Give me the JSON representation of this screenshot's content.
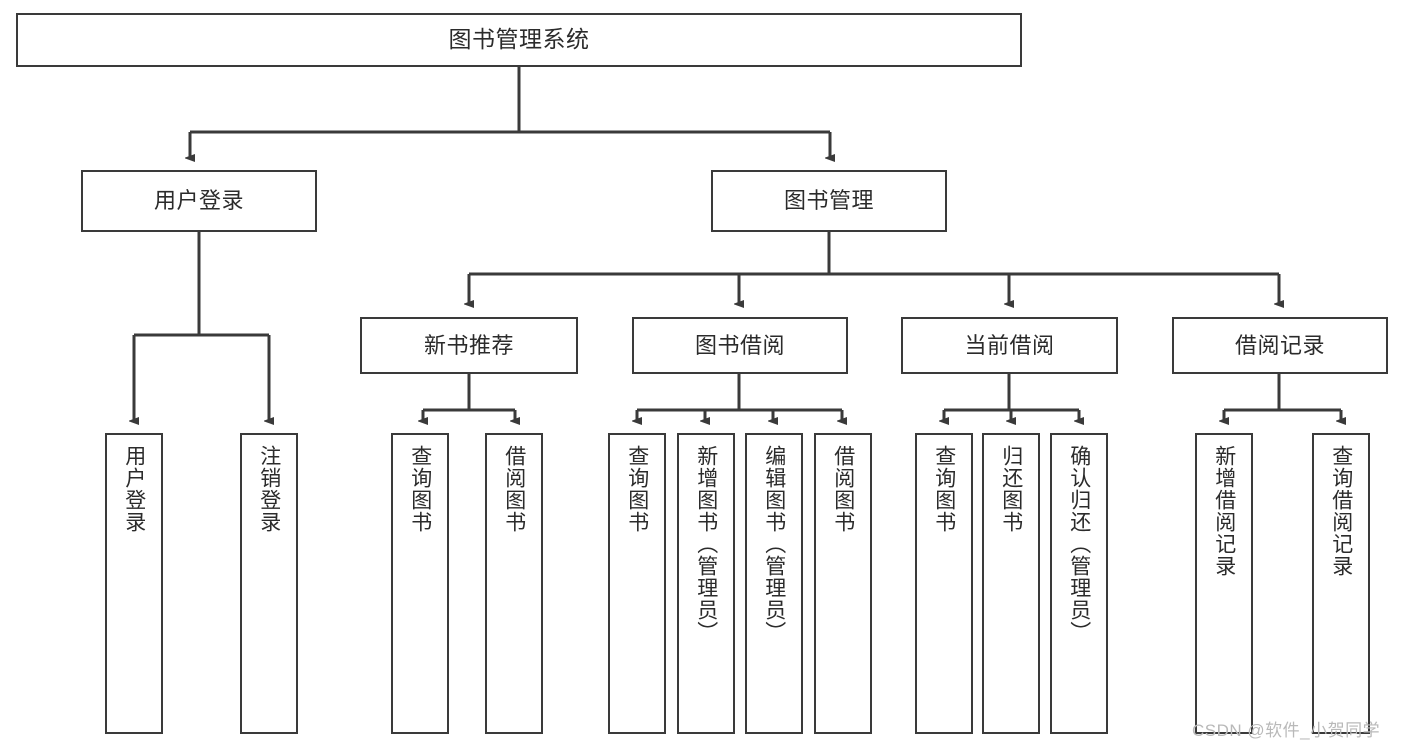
{
  "diagram": {
    "title": "图书管理系统",
    "watermark": "CSDN @软件_小贺同学",
    "colors": {
      "stroke": "#3a3a3a",
      "fill": "#ffffff",
      "text": "#2b2b2b",
      "watermark": "#b9b9b9"
    },
    "nodes": {
      "root": {
        "label": "图书管理系统"
      },
      "level1": [
        {
          "label": "用户登录"
        },
        {
          "label": "图书管理"
        }
      ],
      "level2": [
        {
          "label": "新书推荐"
        },
        {
          "label": "图书借阅"
        },
        {
          "label": "当前借阅"
        },
        {
          "label": "借阅记录"
        }
      ],
      "leaves": {
        "user_login": [
          {
            "label": "用户登录"
          },
          {
            "label": "注销登录"
          }
        ],
        "new_book_recommend": [
          {
            "label": "查询图书"
          },
          {
            "label": "借阅图书"
          }
        ],
        "book_borrow": [
          {
            "label": "查询图书"
          },
          {
            "label": "新增图书（管理员）"
          },
          {
            "label": "编辑图书（管理员）"
          },
          {
            "label": "借阅图书"
          }
        ],
        "current_borrow": [
          {
            "label": "查询图书"
          },
          {
            "label": "归还图书"
          },
          {
            "label": "确认归还（管理员）"
          }
        ],
        "borrow_record": [
          {
            "label": "新增借阅记录"
          },
          {
            "label": "查询借阅记录"
          }
        ]
      }
    }
  }
}
